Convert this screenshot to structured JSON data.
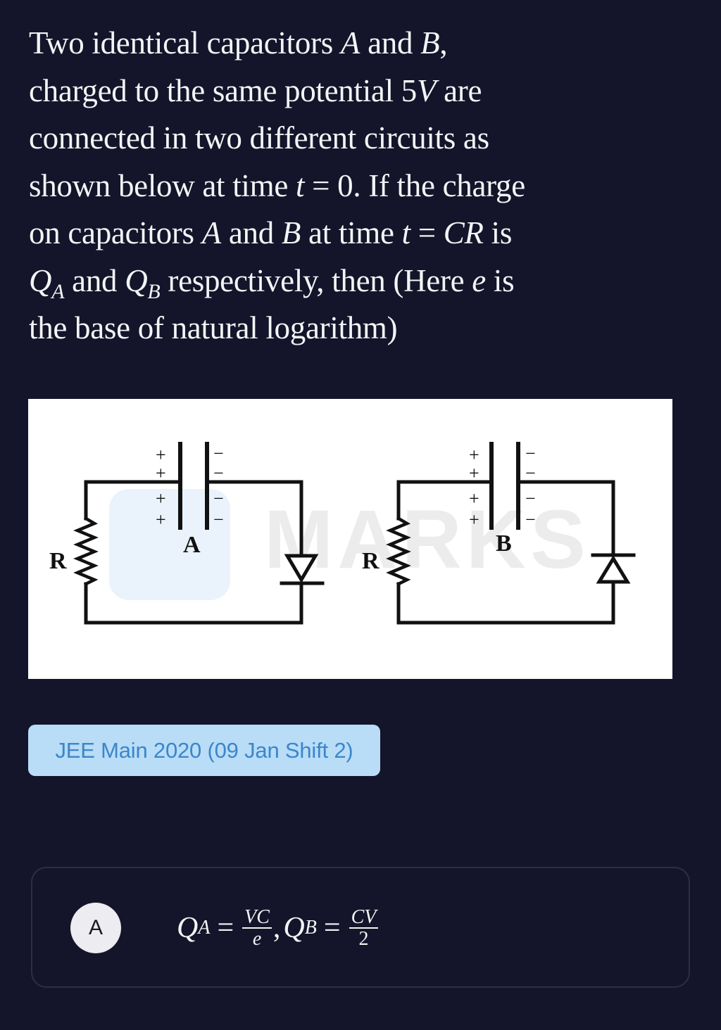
{
  "question": {
    "lines": [
      [
        "Two identical capacitors ",
        "A",
        " and ",
        "B",
        ","
      ],
      [
        "charged to the same potential ",
        "5",
        "V",
        " are"
      ],
      [
        "connected in two different circuits as"
      ],
      [
        "shown below at time ",
        "t",
        " = 0. If the charge"
      ],
      [
        "on capacitors ",
        "A",
        " and ",
        "B",
        " at time ",
        "t",
        " = ",
        "CR",
        " is"
      ],
      [
        "Q",
        "A",
        " and ",
        "Q",
        "B",
        " respectively, then (Here ",
        "e",
        " is"
      ],
      [
        "the base of natural logarithm)"
      ]
    ],
    "full_text": "Two identical capacitors A and B, charged to the same potential 5V are connected in two different circuits as shown below at time t = 0. If the charge on capacitors A and B at time t = CR is Q_A and Q_B respectively, then (Here e is the base of natural logarithm)"
  },
  "diagram": {
    "watermark": "MARKS",
    "circuits": [
      {
        "capacitor_label": "A",
        "resistor_label": "R",
        "plus_signs": [
          "+",
          "+",
          "+",
          "+"
        ],
        "minus_signs": [
          "−",
          "−",
          "−",
          "−"
        ],
        "diode_orientation": "pointing-down"
      },
      {
        "capacitor_label": "B",
        "resistor_label": "R",
        "plus_signs": [
          "+",
          "+",
          "+",
          "+"
        ],
        "minus_signs": [
          "−",
          "−",
          "−",
          "−"
        ],
        "diode_orientation": "pointing-up"
      }
    ]
  },
  "source_tag": {
    "label": "JEE Main 2020 (09 Jan Shift 2)"
  },
  "options": [
    {
      "letter": "A",
      "qa_symbol": "Q",
      "qa_sub": "A",
      "eq": "=",
      "qa_num": "VC",
      "qa_den": "e",
      "comma": ",",
      "qb_symbol": "Q",
      "qb_sub": "B",
      "qb_num": "CV",
      "qb_den": "2",
      "text": "Q_A = VC/e, Q_B = CV/2"
    }
  ],
  "colors": {
    "background": "#14152a",
    "text": "#f4f4f6",
    "badge_bg": "#b9dcf7",
    "badge_text": "#3c86c9",
    "card_border": "#2c2e45",
    "option_circle": "#ececf1"
  }
}
